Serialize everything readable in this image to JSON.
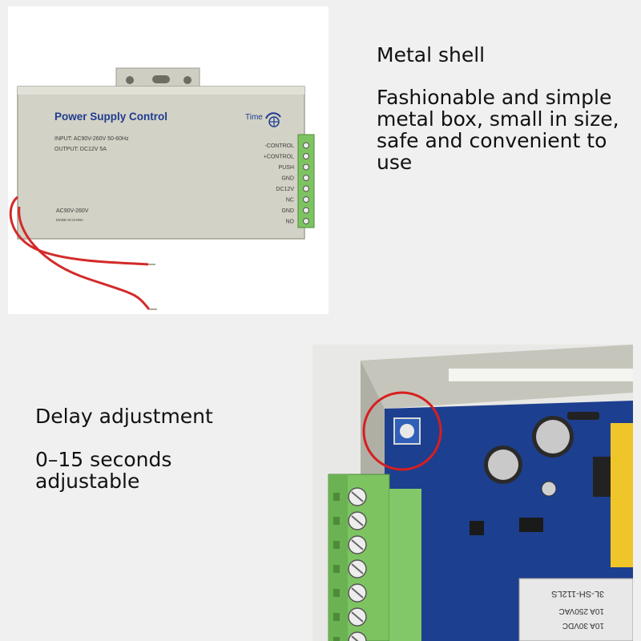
{
  "feature_top": {
    "title": "Metal shell",
    "description": "Fashionable and simple metal box, small in size, safe and convenient to use"
  },
  "feature_bottom": {
    "title": "Delay adjustment",
    "description": "0–15 seconds adjustable"
  },
  "device": {
    "brand_label": "Power Supply Control",
    "input_spec": "INPUT: AC90V-260V 50-60Hz",
    "output_spec": "OUTPUT: DC12V 5A",
    "voltage_range": "AC90V-260V",
    "made_in": "MADE IN CHINA",
    "time_label": "Time",
    "terminals": [
      "-CONTROL",
      "+CONTROL",
      "PUSH",
      "GND",
      "DC12V",
      "NC",
      "GND",
      "NO"
    ]
  },
  "board": {
    "relay_text_1": "3L-SH-112LS",
    "relay_text_2": "10A 250VAC",
    "relay_text_3": "10A 30VDC"
  },
  "colors": {
    "shell": "#d3d2c6",
    "terminal_green": "#7dc461",
    "pcb_blue": "#1d3f8f",
    "highlight_red": "#d81e1e"
  }
}
